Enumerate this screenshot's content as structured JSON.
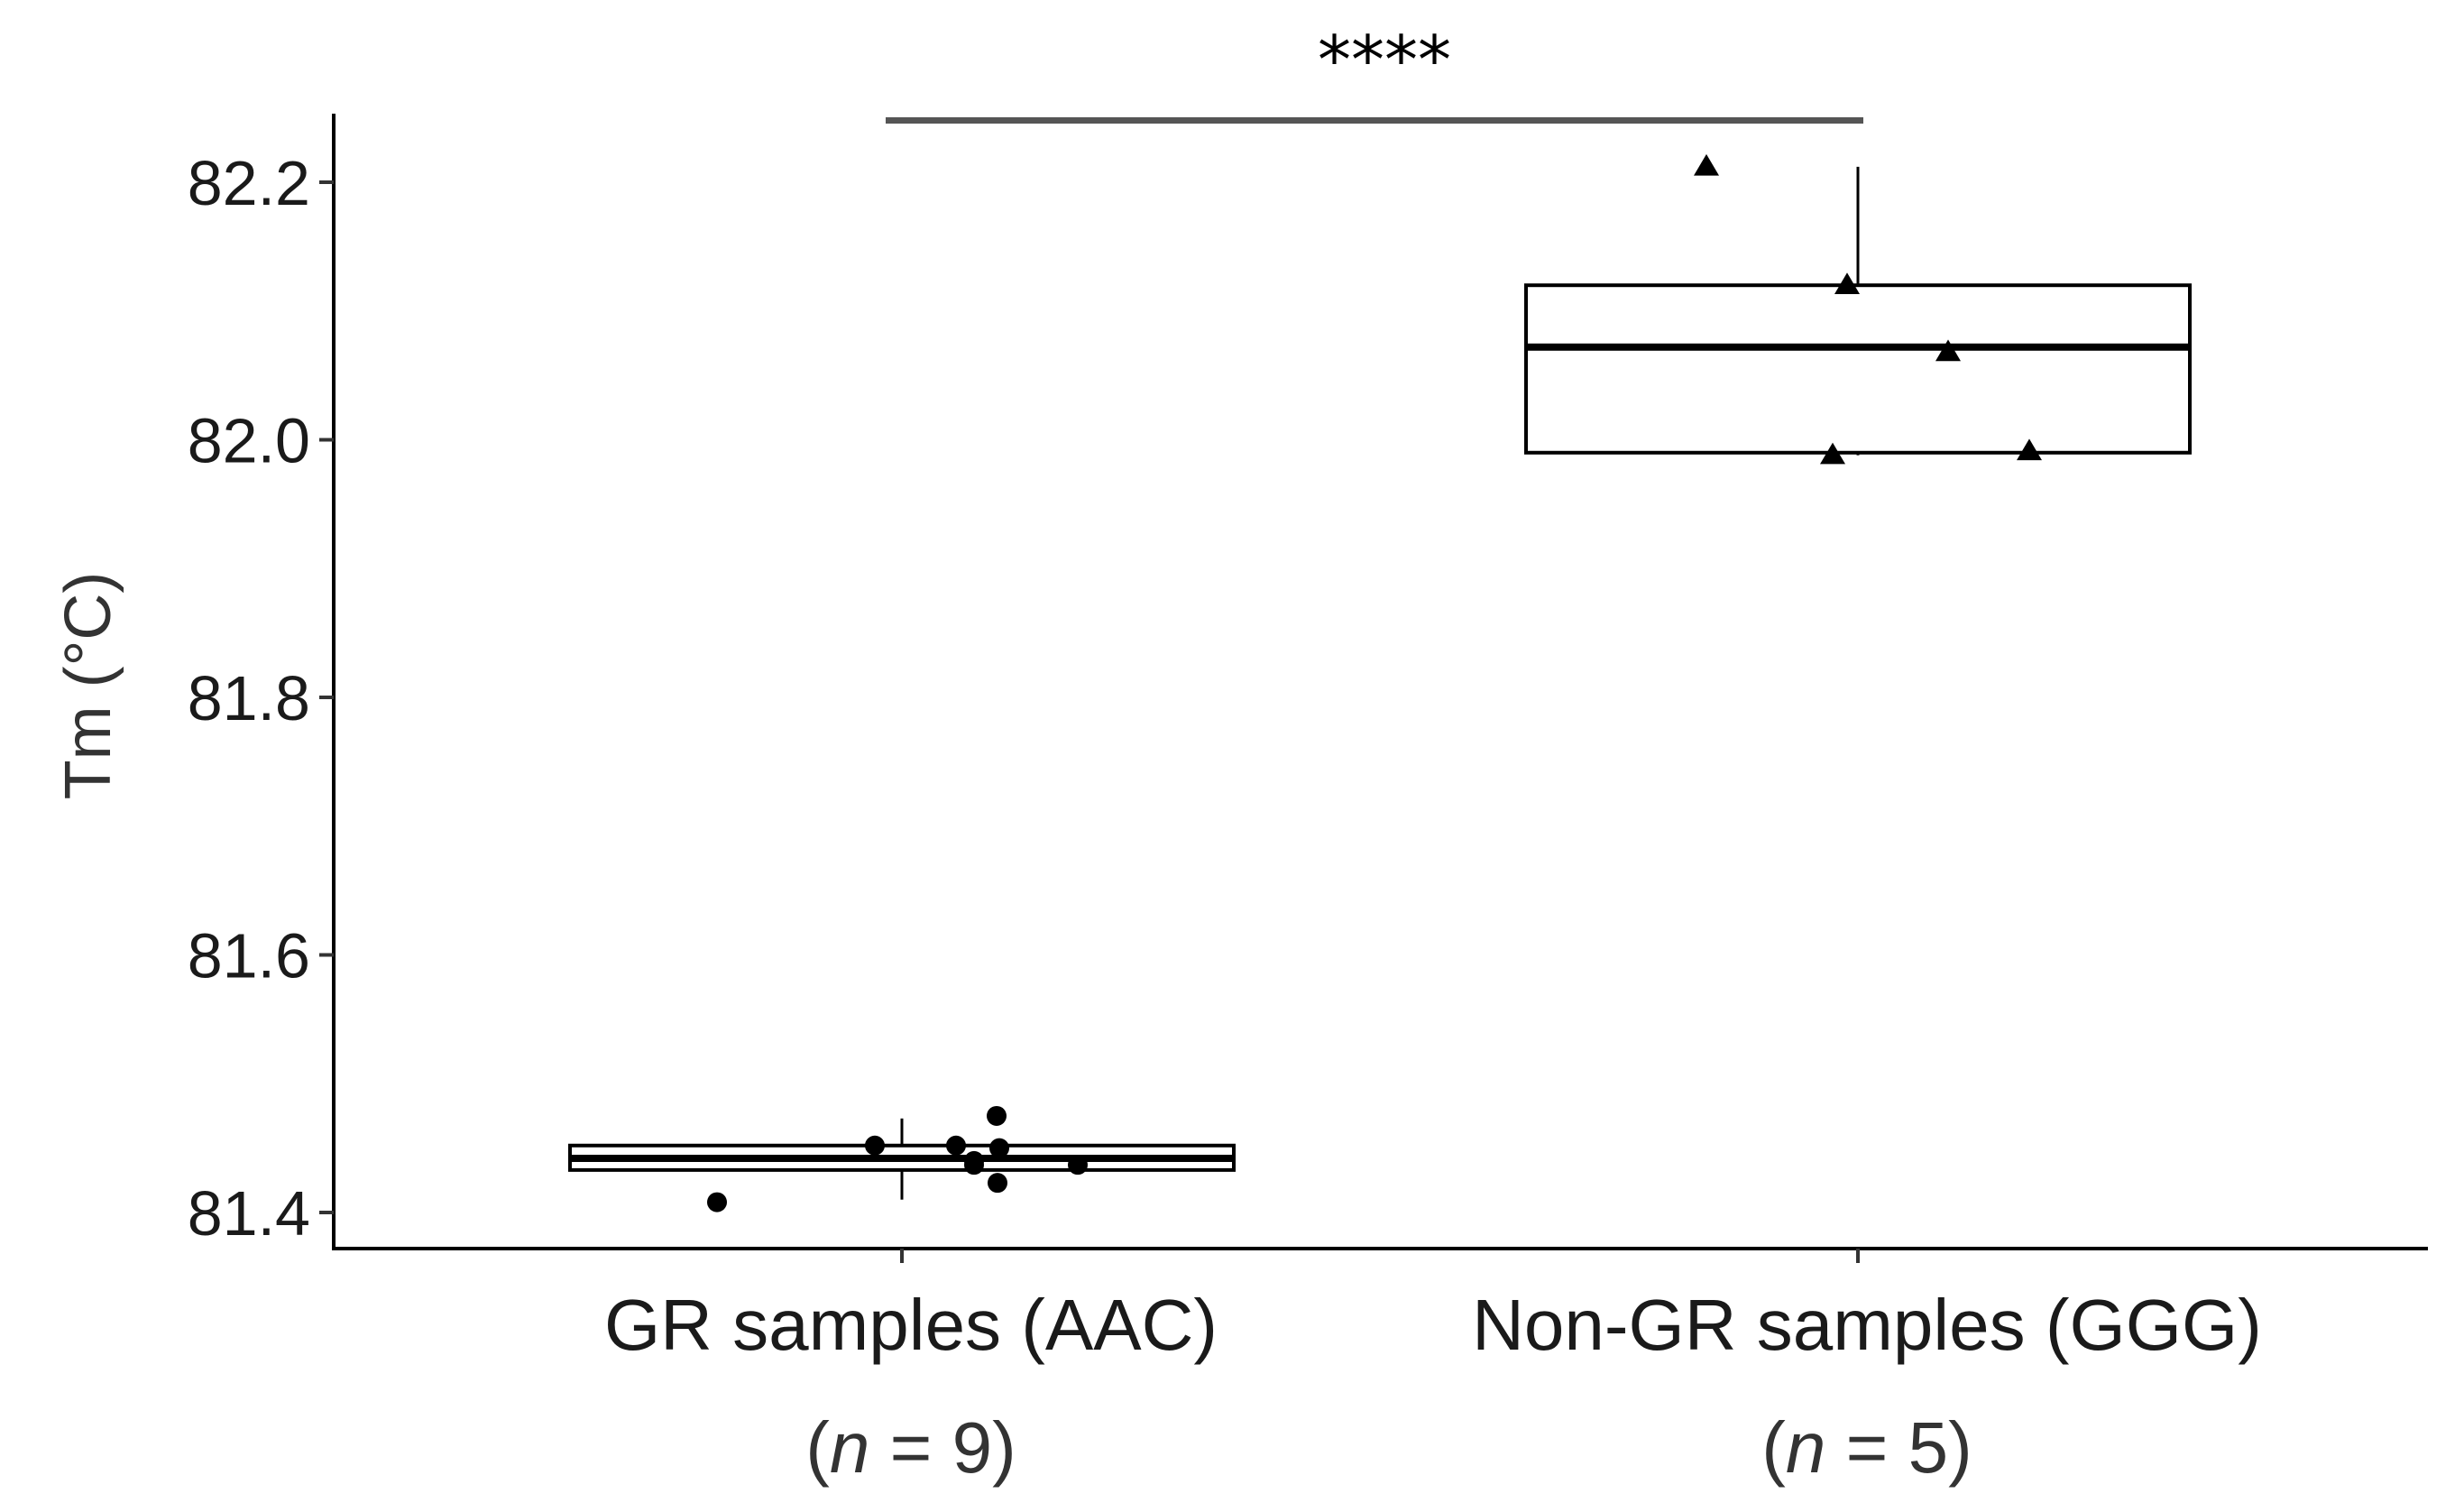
{
  "chart_data": {
    "type": "box",
    "title": "",
    "xlabel": "",
    "ylabel": "Tm (°C)",
    "ylim": [
      81.37,
      82.26
    ],
    "yticks": [
      "81.4",
      "81.6",
      "81.8",
      "82.0",
      "82.2"
    ],
    "grid": false,
    "legend": "none",
    "categories": [
      {
        "label": "GR samples (AAC)",
        "n_label": {
          "open": "(",
          "italic": "n",
          "rest": " = 9)"
        },
        "marker": "circle",
        "box": {
          "min": 81.41,
          "q1": 81.433,
          "median": 81.442,
          "q3": 81.452,
          "max": 81.473
        },
        "points": [
          81.408,
          81.452,
          81.452,
          81.437,
          81.475,
          81.45,
          81.44,
          81.423,
          81.437
        ]
      },
      {
        "label": "Non-GR samples (GGG)",
        "n_label": {
          "open": "(",
          "italic": "n",
          "rest": " = 5)"
        },
        "marker": "triangle",
        "box": {
          "min": 81.988,
          "q1": 81.99,
          "median": 82.072,
          "q3": 82.12,
          "max": 82.212
        },
        "points": [
          82.212,
          82.12,
          82.068,
          81.988,
          81.991
        ]
      }
    ],
    "significance": {
      "label": "****",
      "y": 82.248
    }
  }
}
